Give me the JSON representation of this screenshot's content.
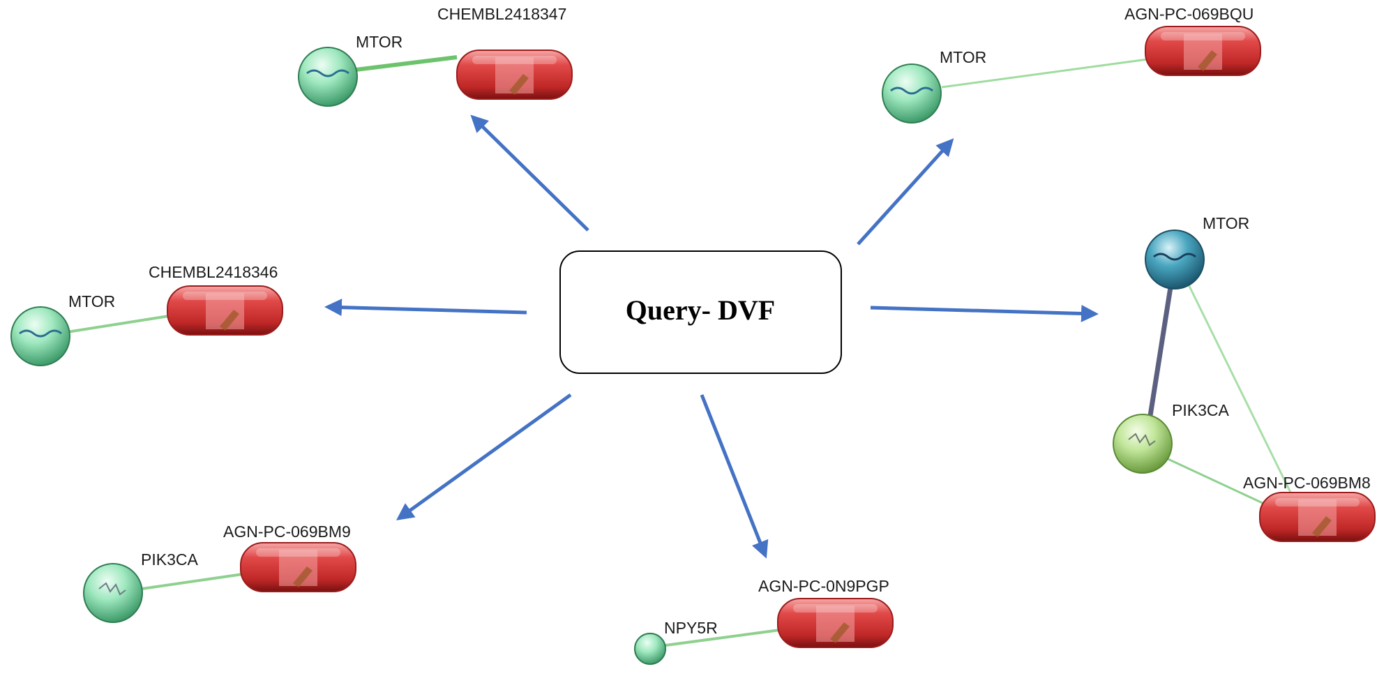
{
  "query": {
    "label": "Query- DVF"
  },
  "clusters": [
    {
      "id": "top-left",
      "protein": "MTOR",
      "compound": "CHEMBL2418347"
    },
    {
      "id": "top-right",
      "protein": "MTOR",
      "compound": "AGN-PC-069BQU"
    },
    {
      "id": "left",
      "protein": "MTOR",
      "compound": "CHEMBL2418346"
    },
    {
      "id": "right",
      "proteins": [
        "MTOR",
        "PIK3CA"
      ],
      "compound": "AGN-PC-069BM8"
    },
    {
      "id": "bottom-left",
      "protein": "PIK3CA",
      "compound": "AGN-PC-069BM9"
    },
    {
      "id": "bottom",
      "protein": "NPY5R",
      "compound": "AGN-PC-0N9PGP"
    }
  ],
  "colors": {
    "arrow": "#4472c4",
    "compound_node": "#d93a3a",
    "protein_node": "#7fd9a8",
    "mtor_highlight_node": "#3a8fa8",
    "pik3ca_node": "#b2dd8a",
    "edge": "#8fd08f",
    "strong_edge": "#5c6080"
  }
}
